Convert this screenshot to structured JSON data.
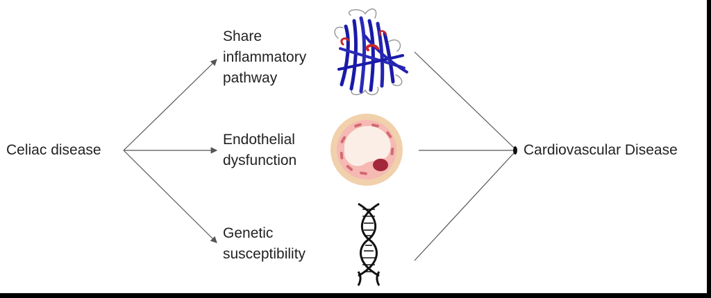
{
  "source_node": {
    "label": "Celiac disease"
  },
  "target_node": {
    "label": "Cardiovascular Disease"
  },
  "mechanisms": [
    {
      "lines": [
        "Share",
        "inflammatory",
        "pathway"
      ],
      "icon": "protein-structure-icon"
    },
    {
      "lines": [
        "Endothelial",
        "dysfunction"
      ],
      "icon": "blood-vessel-cross-section-icon"
    },
    {
      "lines": [
        "Genetic",
        "susceptibility"
      ],
      "icon": "dna-helix-icon"
    }
  ],
  "colors": {
    "line": "#555555",
    "protein_blue": "#1a1aa8",
    "protein_red": "#c8262b",
    "vessel_outer": "#f1d0ac",
    "vessel_wall": "#f6b9b4",
    "vessel_cell": "#d36a70",
    "vessel_nucleus": "#a3283a",
    "dna": "#111111"
  }
}
